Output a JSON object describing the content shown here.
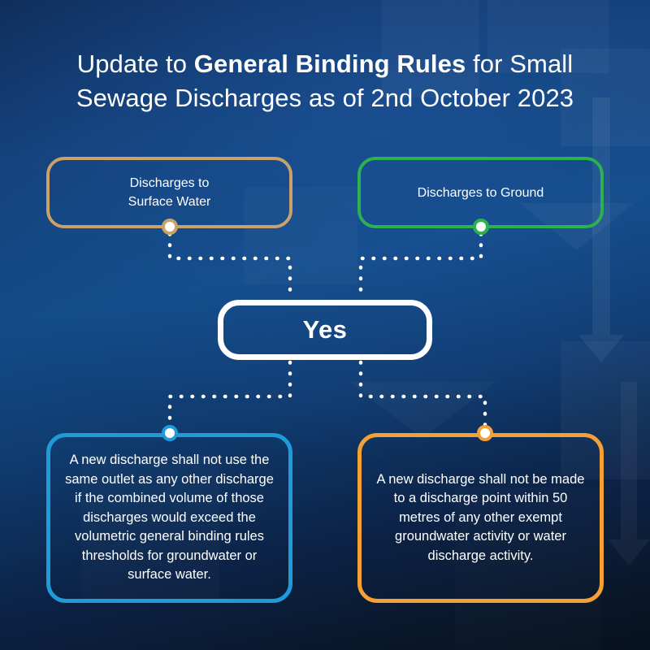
{
  "poster": {
    "title_prefix": "Update to ",
    "title_bold": "General Binding Rules",
    "title_suffix": " for Small Sewage Discharges as of 2nd October 2023",
    "background_color": "#134179"
  },
  "flow": {
    "top_nodes": [
      {
        "id": "surface-water",
        "label": "Discharges to\nSurface Water",
        "border_color": "#C9A26B",
        "dot_color": "#C9A26B"
      },
      {
        "id": "ground",
        "label": "Discharges to Ground",
        "border_color": "#2CB14F",
        "dot_color": "#2CB14F"
      }
    ],
    "decision": {
      "id": "yes",
      "label": "Yes",
      "border_color": "#FFFFFF"
    },
    "bottom_nodes": [
      {
        "id": "rule-outlet",
        "label": "A new discharge shall not use the same outlet as any other discharge if the combined volume of those discharges would exceed the volumetric general binding rules thresholds for groundwater or surface water.",
        "border_color": "#1F9BD8",
        "dot_color": "#1F9BD8"
      },
      {
        "id": "rule-distance",
        "label": "A new discharge shall not be made to a discharge point within 50 metres of any other exempt groundwater activity or water discharge activity.",
        "border_color": "#F5A033",
        "dot_color": "#F5A033"
      }
    ],
    "connector_color": "#FFFFFF",
    "connector_style": "dotted"
  }
}
